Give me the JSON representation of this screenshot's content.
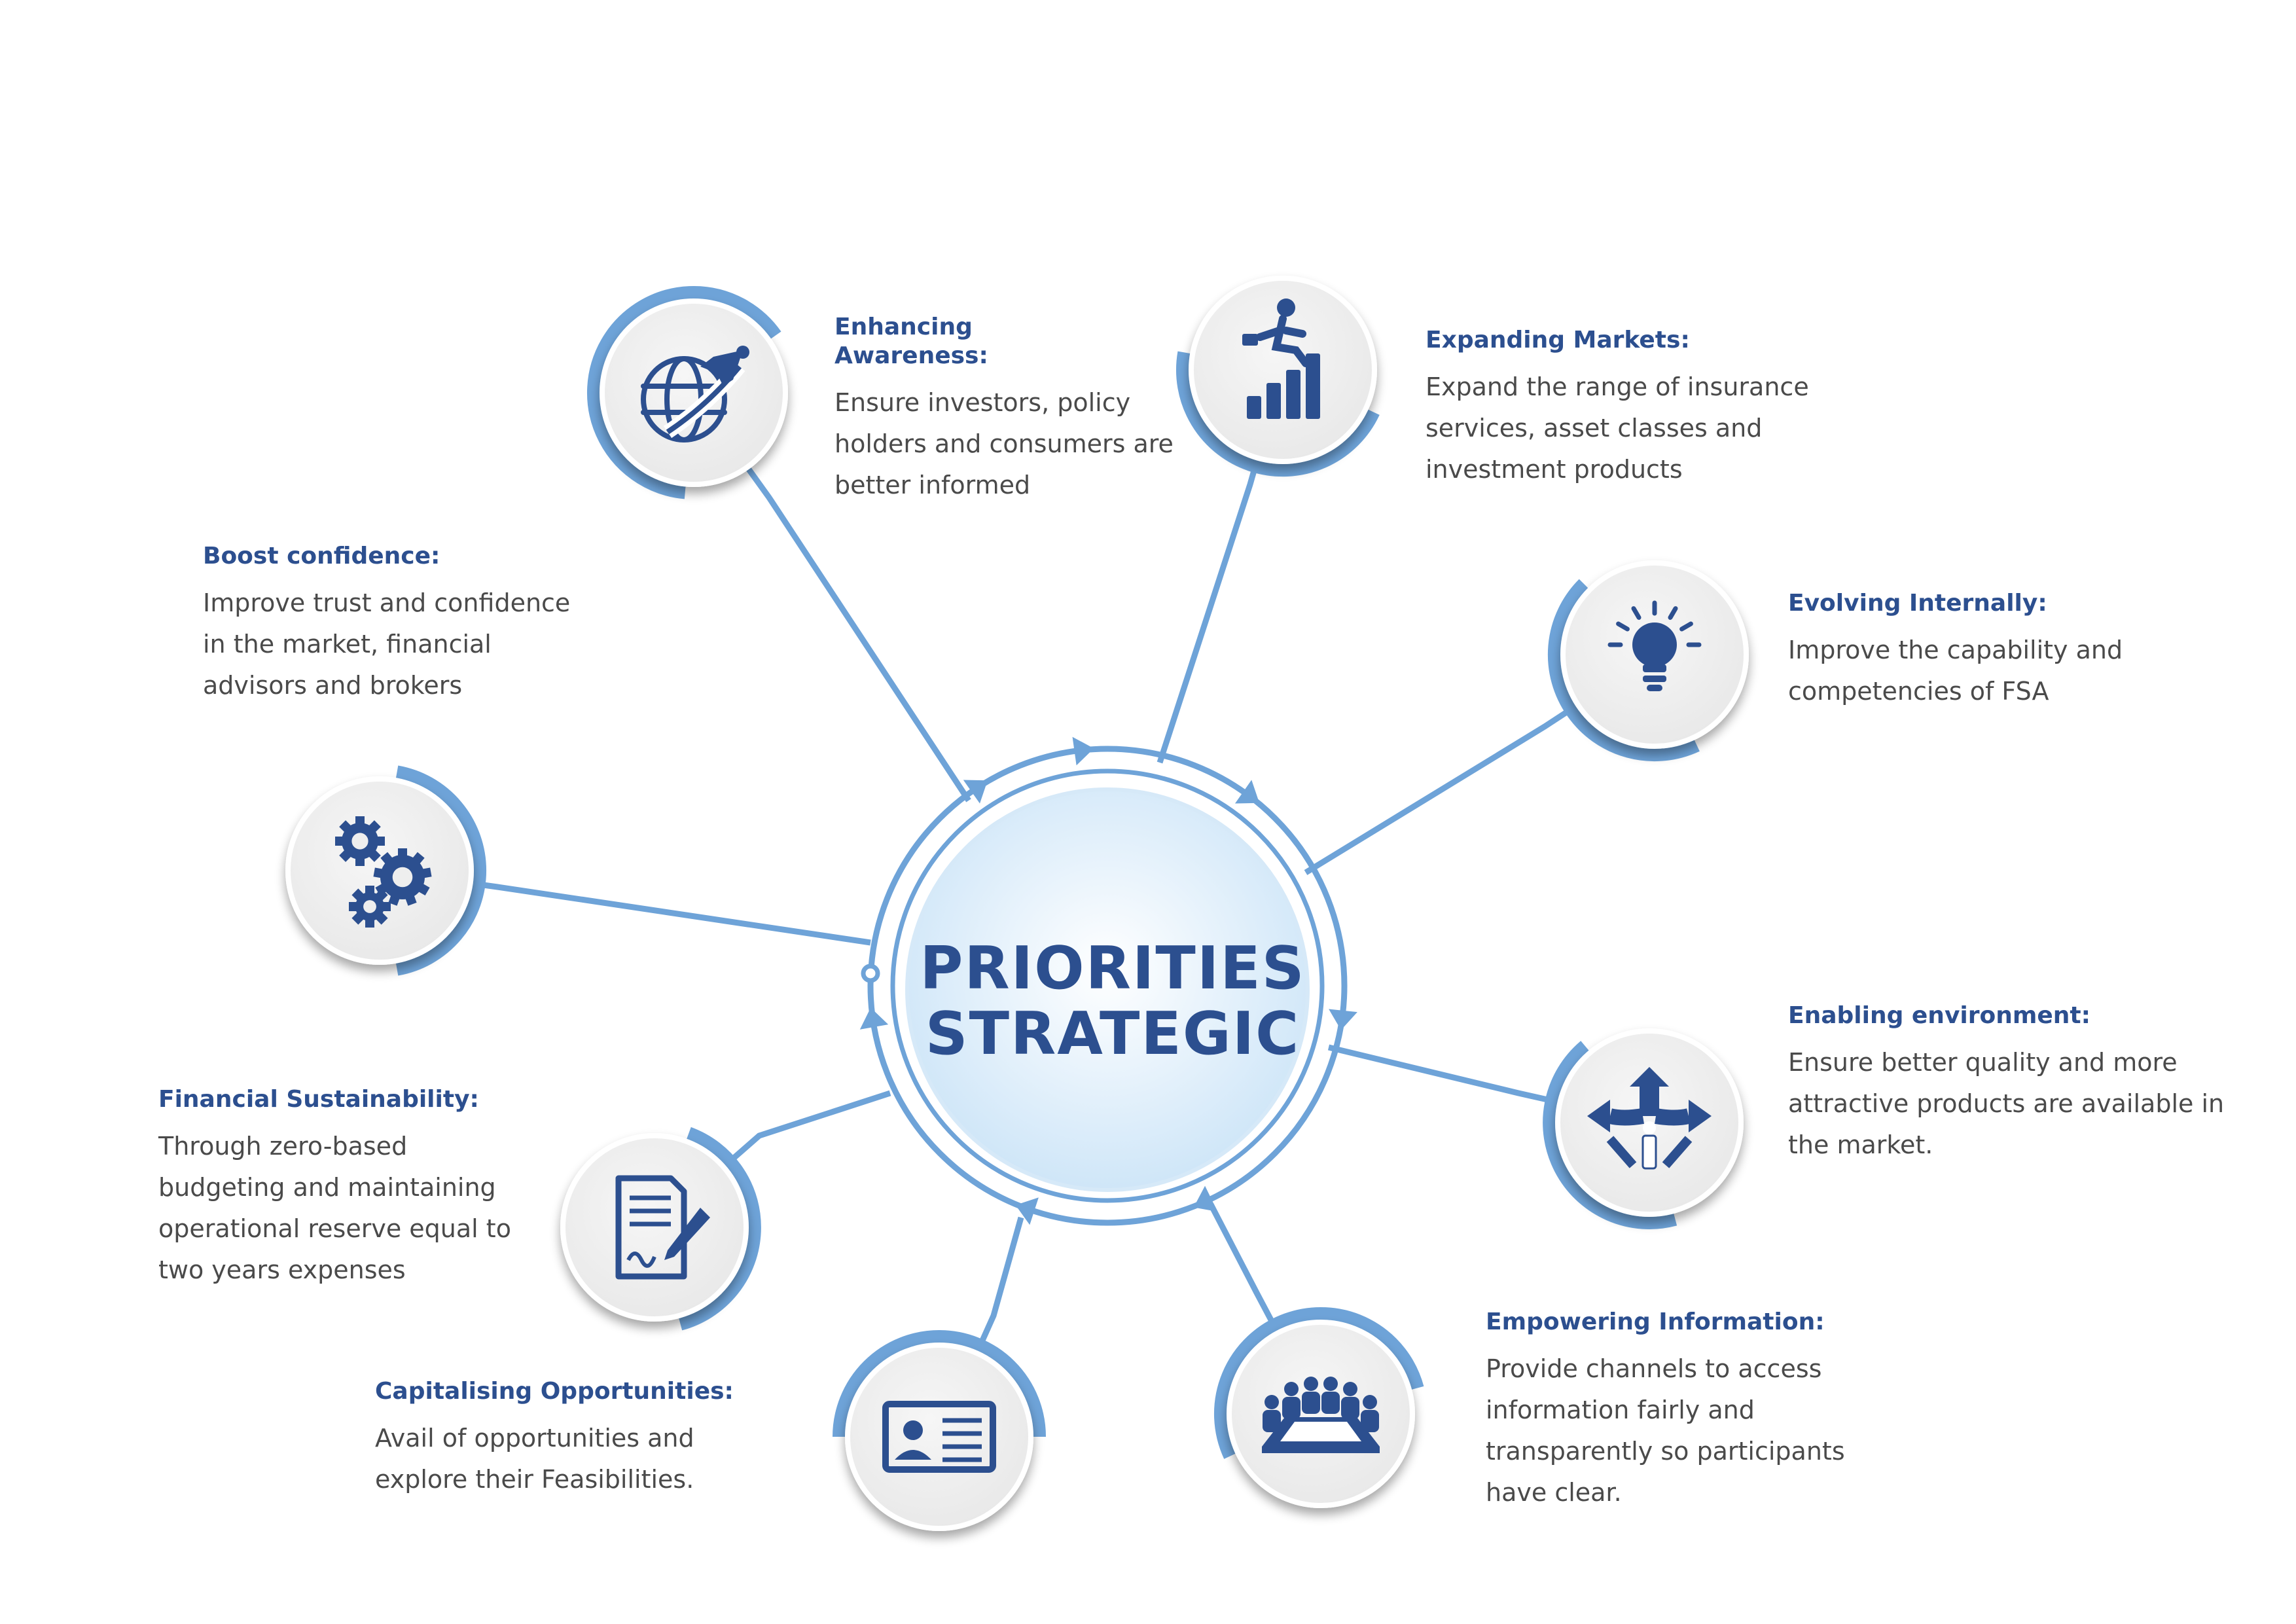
{
  "center": {
    "line1": "PRIORITIES",
    "line2": "STRATEGIC"
  },
  "colors": {
    "accent": "#6ea3d8",
    "dark_blue": "#2c4f8f",
    "body_text": "#4a4a4a",
    "node_fill": "#efefef"
  },
  "priorities": [
    {
      "title": "Enhancing Awareness:",
      "description": "Ensure investors, policy holders and consumers are better informed",
      "icon": "globe-plane-icon"
    },
    {
      "title": "Expanding Markets:",
      "description": "Expand the range of insurance services, asset classes and investment products",
      "icon": "growth-chart-icon"
    },
    {
      "title": "Evolving Internally:",
      "description": "Improve the capability and competencies of FSA",
      "icon": "lightbulb-icon"
    },
    {
      "title": "Enabling environment:",
      "description": "Ensure better quality and more attractive products are available in the market.",
      "icon": "crossroads-arrows-icon"
    },
    {
      "title": "Empowering Information:",
      "description": "Provide channels to access information fairly and transparently so participants have clear.",
      "icon": "meeting-table-icon"
    },
    {
      "title": "Capitalising Opportunities:",
      "description": "Avail of opportunities and explore their Feasibilities.",
      "icon": "id-card-icon"
    },
    {
      "title": "Financial Sustainability:",
      "description": "Through zero-based budgeting and maintaining operational reserve equal to two years expenses",
      "icon": "document-sign-icon"
    },
    {
      "title": "Boost confidence:",
      "description": "Improve trust and confidence in the market, financial advisors and brokers",
      "icon": "gears-icon"
    }
  ]
}
